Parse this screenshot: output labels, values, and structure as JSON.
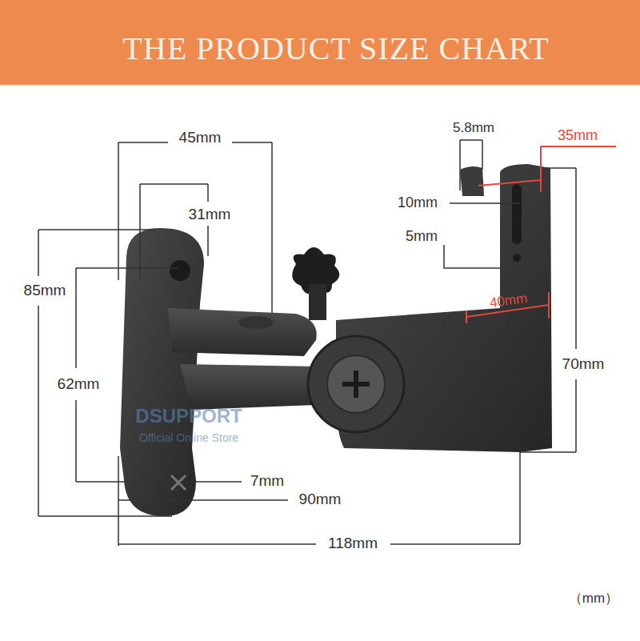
{
  "diagram": {
    "title": "THE PRODUCT SIZE CHART",
    "labels": [
      "45mm",
      "31mm",
      "85mm",
      "62mm",
      "7mm",
      "90mm",
      "118mm",
      "5.8mm",
      "35mm",
      "10mm",
      "5mm",
      "40mm",
      "70mm",
      "（mm）",
      "DSUPPORT",
      "Official Online Store"
    ]
  }
}
